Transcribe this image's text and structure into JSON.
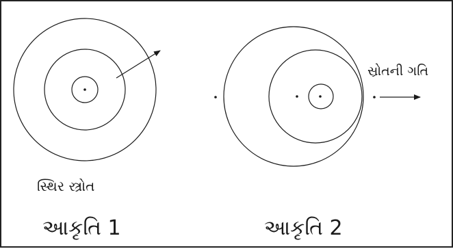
{
  "figure1": {
    "caption": "આકૃતિ 1",
    "source_label": "સ્થિર સ્ત્રોત"
  },
  "figure2": {
    "caption": "આકૃતિ 2",
    "motion_label": "સ્રોતની ગતિ"
  },
  "colors": {
    "ink": "#1a1a1a",
    "background": "#ffffff"
  }
}
